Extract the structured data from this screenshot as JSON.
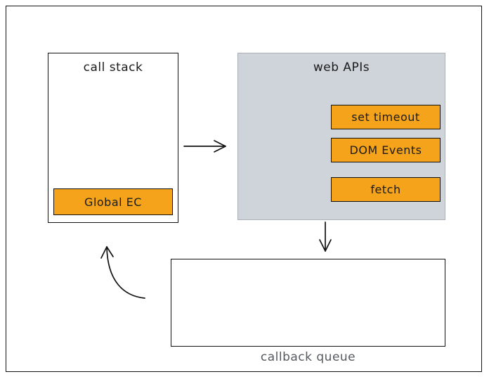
{
  "diagram": {
    "call_stack": {
      "label": "call stack",
      "frames": [
        {
          "label": "Global EC"
        }
      ]
    },
    "web_apis": {
      "label": "web APIs",
      "items": [
        {
          "label": "set timeout"
        },
        {
          "label": "DOM Events"
        },
        {
          "label": "fetch"
        }
      ]
    },
    "callback_queue": {
      "label": "callback queue"
    },
    "colors": {
      "accent_orange": "#F5A31B",
      "panel_gray": "#CED4DA",
      "stroke": "#111111",
      "queue_label_text": "#55595E",
      "background": "#FFFFFF"
    }
  }
}
